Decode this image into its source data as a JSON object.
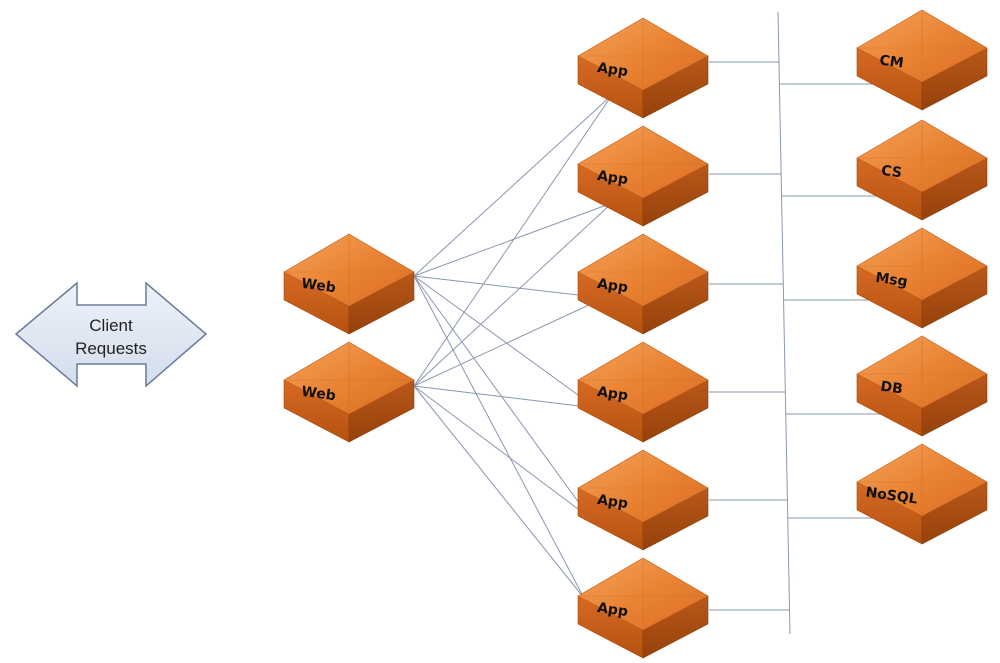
{
  "client": {
    "line1": "Client",
    "line2": "Requests"
  },
  "web_nodes": [
    {
      "label": "Web"
    },
    {
      "label": "Web"
    }
  ],
  "app_nodes": [
    {
      "label": "App"
    },
    {
      "label": "App"
    },
    {
      "label": "App"
    },
    {
      "label": "App"
    },
    {
      "label": "App"
    },
    {
      "label": "App"
    }
  ],
  "service_nodes": [
    {
      "label": "CM"
    },
    {
      "label": "CS"
    },
    {
      "label": "Msg"
    },
    {
      "label": "DB"
    },
    {
      "label": "NoSQL"
    }
  ],
  "colors": {
    "box_top": "#ee8a3a",
    "box_front": "#c8581a",
    "box_side": "#a84710",
    "arrow_fill": "#dde6f2",
    "arrow_stroke": "#6b7c99",
    "connector": "#8a97b2"
  }
}
